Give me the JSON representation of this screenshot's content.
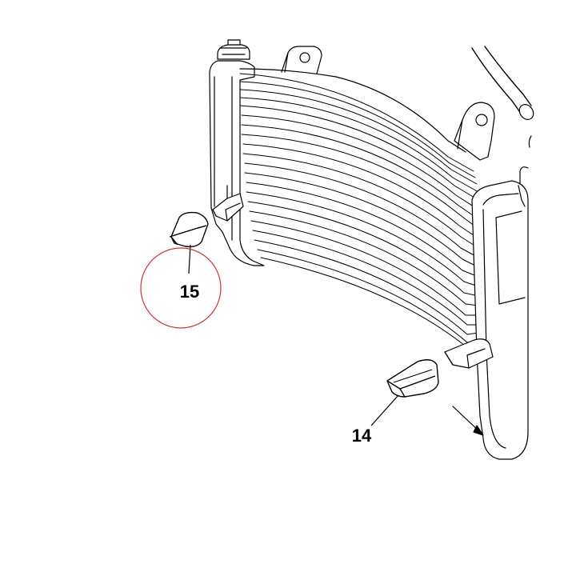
{
  "diagram": {
    "callouts": [
      {
        "label": "15",
        "part": "rubber-mount-left",
        "highlighted": true
      },
      {
        "label": "14",
        "part": "rubber-mount-right",
        "highlighted": false
      }
    ]
  },
  "colors": {
    "line": "#000000",
    "background": "#ffffff",
    "highlight_circle": "#c8323c"
  }
}
